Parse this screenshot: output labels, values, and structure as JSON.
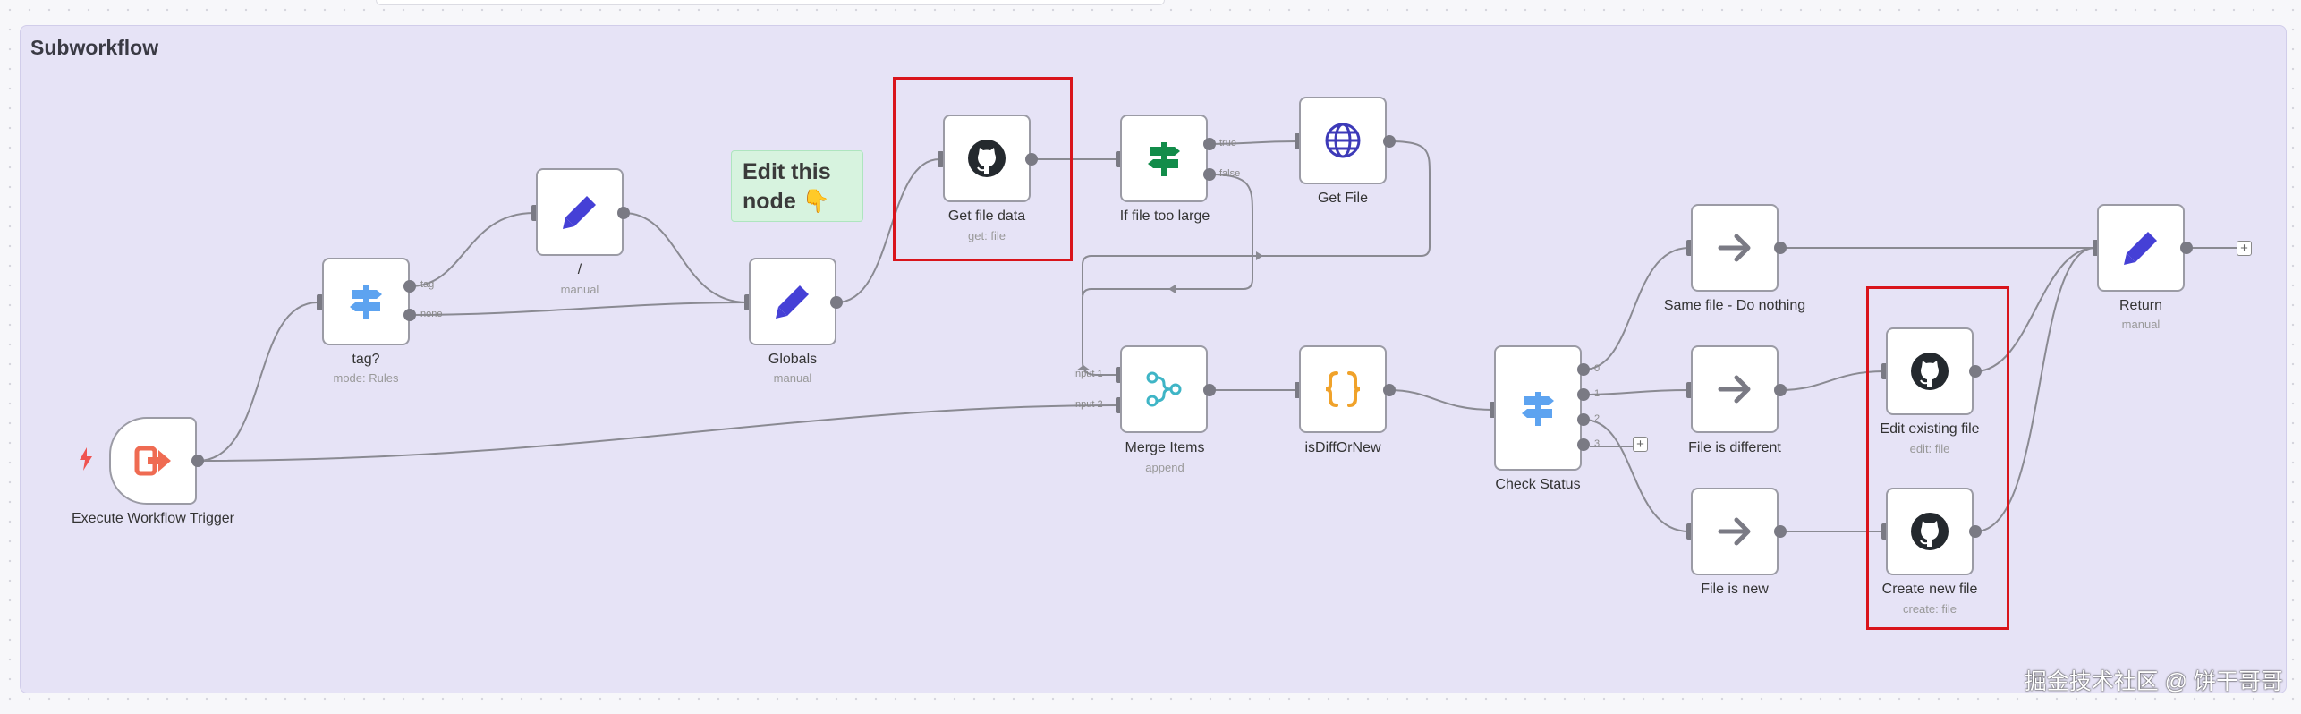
{
  "frame": {
    "title": "Subworkflow"
  },
  "sticky": {
    "text": "Edit this node 👇"
  },
  "nodes": {
    "trigger": {
      "label": "Execute Workflow Trigger"
    },
    "tag": {
      "label": "tag?",
      "sub": "mode: Rules"
    },
    "slash": {
      "label": "/",
      "sub": "manual"
    },
    "globals": {
      "label": "Globals",
      "sub": "manual"
    },
    "getfiledata": {
      "label": "Get file data",
      "sub": "get: file"
    },
    "iflarge": {
      "label": "If file too large"
    },
    "getfile": {
      "label": "Get File"
    },
    "merge": {
      "label": "Merge Items",
      "sub": "append"
    },
    "isdiff": {
      "label": "isDiffOrNew"
    },
    "checkstatus": {
      "label": "Check Status"
    },
    "samefile": {
      "label": "Same file - Do nothing"
    },
    "filediff": {
      "label": "File is different"
    },
    "filenew": {
      "label": "File is new"
    },
    "editfile": {
      "label": "Edit existing file",
      "sub": "edit: file"
    },
    "createfile": {
      "label": "Create new file",
      "sub": "create: file"
    },
    "return": {
      "label": "Return",
      "sub": "manual"
    }
  },
  "ports": {
    "tag_out1": "tag",
    "tag_out2": "none",
    "if_true": "true",
    "if_false": "false",
    "merge_in1": "Input 1",
    "merge_in2": "Input 2",
    "check_0": "0",
    "check_1": "1",
    "check_2": "2",
    "check_3": "3"
  },
  "icons": {
    "trigger": "sign-in-icon",
    "switch": "signpost-icon",
    "set": "pencil-icon",
    "github": "github-icon",
    "http": "globe-icon",
    "merge": "merge-icon",
    "code": "braces-icon",
    "noop": "arrow-right-icon"
  },
  "colors": {
    "frame": "#e6e3f6",
    "highlight": "#d9141b",
    "sticky": "#d7f3df",
    "pencil": "#4540d6",
    "switch_blue": "#5da3f0",
    "if_green": "#128c4a",
    "trigger": "#ef6b52"
  },
  "watermark": "掘金技术社区 @ 饼干哥哥"
}
